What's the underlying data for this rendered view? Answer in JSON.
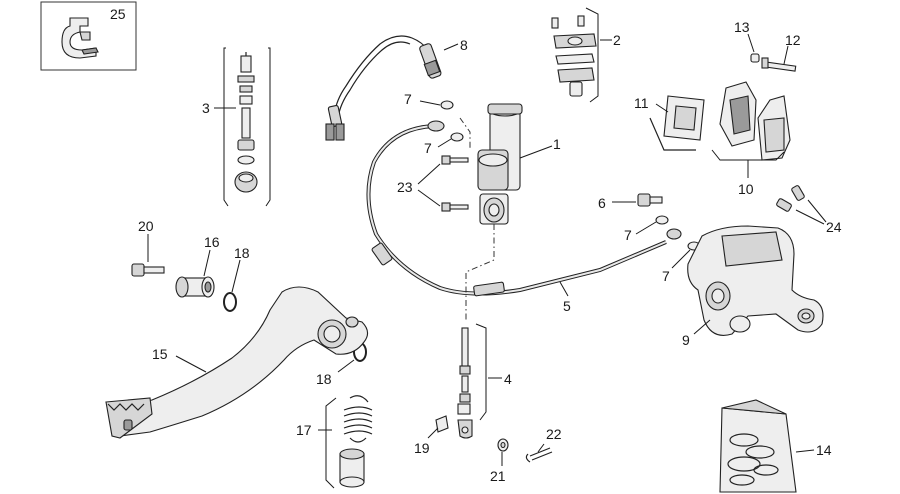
{
  "callouts": {
    "c1": "1",
    "c2": "2",
    "c3": "3",
    "c4": "4",
    "c5": "5",
    "c6": "6",
    "c7a": "7",
    "c7b": "7",
    "c7c": "7",
    "c7d": "7",
    "c8": "8",
    "c9": "9",
    "c10": "10",
    "c11": "11",
    "c12": "12",
    "c13": "13",
    "c14": "14",
    "c15": "15",
    "c16": "16",
    "c17": "17",
    "c18a": "18",
    "c18b": "18",
    "c19": "19",
    "c20": "20",
    "c21": "21",
    "c22": "22",
    "c23": "23",
    "c24": "24",
    "c25": "25"
  },
  "icons": [
    "hose-clip-icon"
  ]
}
